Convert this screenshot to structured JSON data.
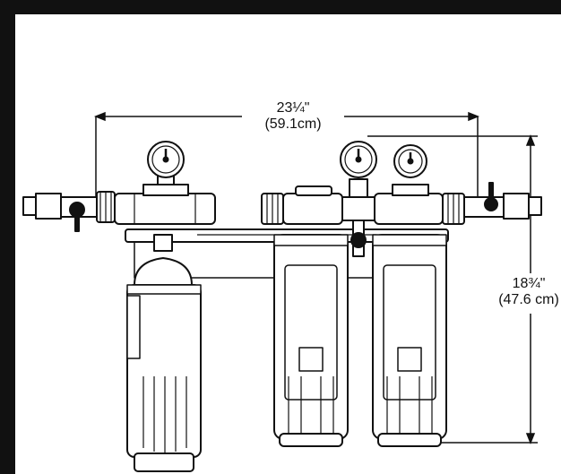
{
  "dimensions": {
    "width": {
      "imperial": "23¼\"",
      "metric": "(59.1cm)"
    },
    "height": {
      "imperial": "18¾\"",
      "metric": "(47.6 cm)"
    }
  },
  "colors": {
    "line": "#111111",
    "frame": "#111111",
    "background": "#ffffff"
  }
}
